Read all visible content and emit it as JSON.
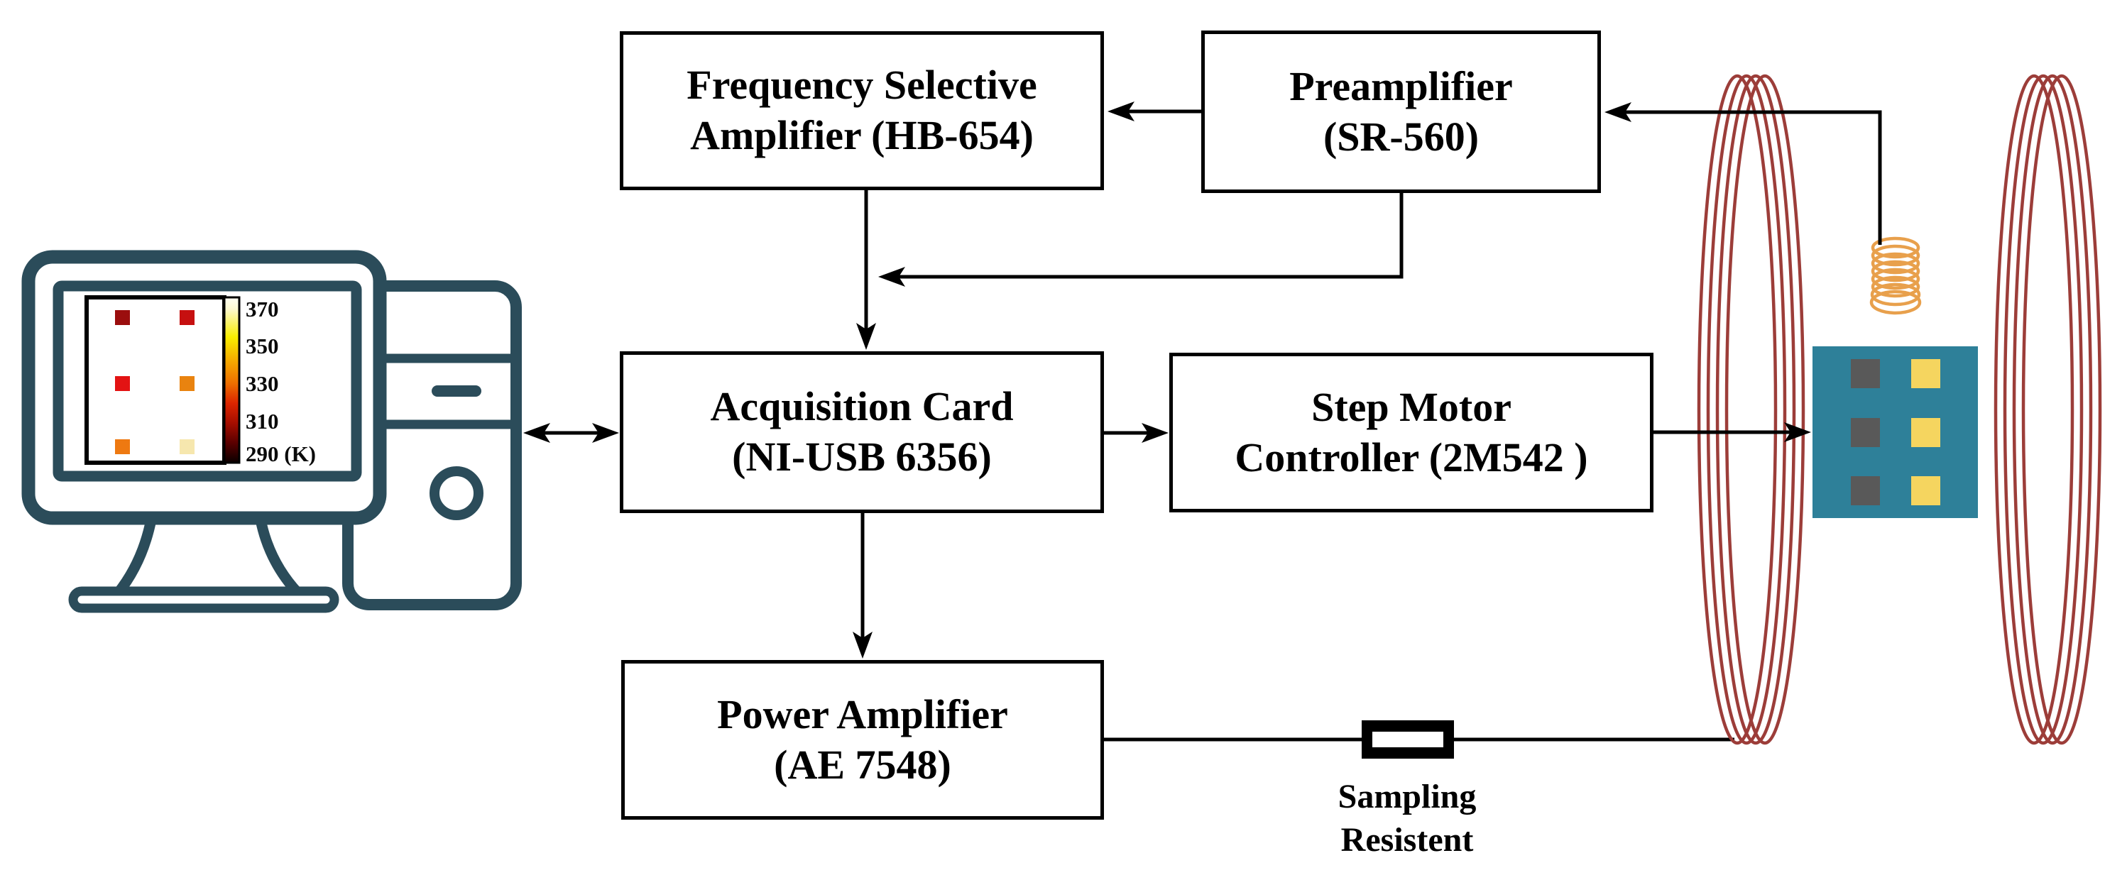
{
  "boxes": {
    "freq_amp": {
      "line1": "Frequency Selective",
      "line2": "Amplifier (HB-654)"
    },
    "preamp": {
      "line1": "Preamplifier",
      "line2": "(SR-560)"
    },
    "acq_card": {
      "line1": "Acquisition Card",
      "line2": "(NI-USB 6356)"
    },
    "step_ctrl": {
      "line1": "Step Motor",
      "line2": "Controller (2M542 )"
    },
    "power_amp": {
      "line1": "Power Amplifier",
      "line2": "(AE 7548)"
    }
  },
  "labels": {
    "sampling_resistor_line1": "Sampling",
    "sampling_resistor_line2": "Resistent"
  },
  "monitor_display": {
    "description": "temperature map shown on computer screen",
    "colorbar_ticks": [
      "370",
      "350",
      "330",
      "310",
      "290 (K)"
    ],
    "colorbar_gradient_top_to_bottom": [
      "#FFFFF4",
      "#FDF9D0",
      "#F8EE00",
      "#F5A300",
      "#EE6F00",
      "#DC2500",
      "#A50E00",
      "#5A0000",
      "#0A0000"
    ],
    "heatmap_cells": [
      [
        "#9B0E0E",
        "#C61010"
      ],
      [
        "#E31313",
        "#E9830F"
      ],
      [
        "#EE7911",
        "#F6E7AE"
      ]
    ]
  },
  "colors": {
    "outline_teal": "#2B4C5A",
    "coil_red": "#9C3D39",
    "pickup_coil_orange": "#E8A04C",
    "sample_teal": "#2E8099",
    "sample_gray": "#595959",
    "sample_yellow": "#F5D55F",
    "wire_black": "#000000"
  }
}
